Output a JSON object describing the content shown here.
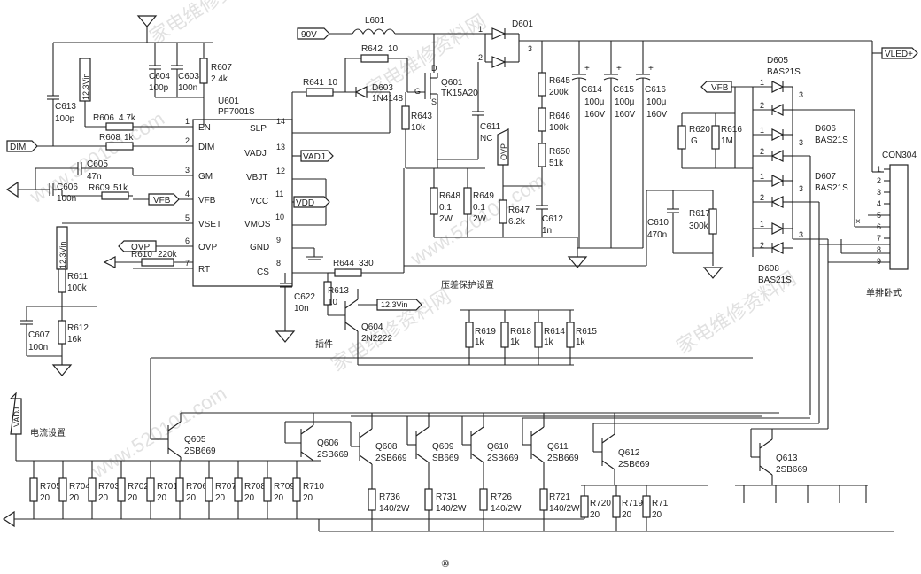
{
  "figure_number": "⑩",
  "ports": {
    "v90": "90V",
    "dim": "DIM",
    "vledp": "VLED+",
    "vfb_in": "VFB",
    "vfb_pin": "VFB",
    "vadj_pin": "VADJ",
    "vdd_pin": "VDD",
    "ovp_pin": "OVP",
    "ovp_side": "OVP",
    "v123_a": "12.3Vin",
    "v123_b": "12.3Vin",
    "v123_c": "12.3Vin",
    "vadj_side": "VADJ"
  },
  "ic": {
    "ref": "U601",
    "part": "PF7001S",
    "left_pins": [
      {
        "num": "1",
        "name": "EN"
      },
      {
        "num": "2",
        "name": "DIM"
      },
      {
        "num": "3",
        "name": "GM"
      },
      {
        "num": "4",
        "name": "VFB"
      },
      {
        "num": "5",
        "name": "VSET"
      },
      {
        "num": "6",
        "name": "OVP"
      },
      {
        "num": "7",
        "name": "RT"
      }
    ],
    "right_pins": [
      {
        "num": "14",
        "name": "SLP"
      },
      {
        "num": "13",
        "name": "VADJ"
      },
      {
        "num": "12",
        "name": "VBJT"
      },
      {
        "num": "11",
        "name": "VCC"
      },
      {
        "num": "10",
        "name": "VMOS"
      },
      {
        "num": "9",
        "name": "GND"
      },
      {
        "num": "8",
        "name": "CS"
      }
    ]
  },
  "parts": {
    "c604": [
      "C604",
      "100p"
    ],
    "c603": [
      "C603",
      "100n"
    ],
    "r607": [
      "R607",
      "2.4k"
    ],
    "c613": [
      "C613",
      "100p"
    ],
    "r606": [
      "R606",
      "4.7k"
    ],
    "r608": [
      "R608",
      "1k"
    ],
    "c605": [
      "C605",
      "47n"
    ],
    "c606": [
      "C606",
      "100n"
    ],
    "r609": [
      "R609",
      "51k"
    ],
    "r610": [
      "R610",
      "220k"
    ],
    "r611": [
      "R611",
      "100k"
    ],
    "r612": [
      "R612",
      "16k"
    ],
    "c607": [
      "C607",
      "100n"
    ],
    "c622": [
      "C622",
      "10n"
    ],
    "r613": [
      "R613",
      "10"
    ],
    "r644": [
      "R644",
      "330"
    ],
    "r641": [
      "R641",
      "10"
    ],
    "r642": [
      "R642",
      "10"
    ],
    "d603": [
      "D603",
      "1N4148"
    ],
    "r643": [
      "R643",
      "10k"
    ],
    "q601": [
      "Q601",
      "TK15A20"
    ],
    "l601": "L601",
    "d601": "D601",
    "c611": [
      "C611",
      "NC"
    ],
    "r648": [
      "R648",
      "0.1",
      "2W"
    ],
    "r649": [
      "R649",
      "0.1",
      "2W"
    ],
    "r647": [
      "R647",
      "6.2k"
    ],
    "c612": [
      "C612",
      "1n"
    ],
    "r645": [
      "R645",
      "200k"
    ],
    "r646": [
      "R646",
      "100k"
    ],
    "r650": [
      "R650",
      "51k"
    ],
    "c614": [
      "C614",
      "100μ",
      "160V"
    ],
    "c615": [
      "C615",
      "100μ",
      "160V"
    ],
    "c616": [
      "C616",
      "100μ",
      "160V"
    ],
    "c610": [
      "C610",
      "470n"
    ],
    "r617": [
      "R617",
      "300k"
    ],
    "r620": [
      "R620",
      "G"
    ],
    "r616": [
      "R616",
      "1M"
    ],
    "d605": [
      "D605",
      "BAS21S"
    ],
    "d606": [
      "D606",
      "BAS21S"
    ],
    "d607": [
      "D607",
      "BAS21S"
    ],
    "d608": [
      "D608",
      "BAS21S"
    ],
    "q604": [
      "Q604",
      "2N2222"
    ],
    "r615": [
      "R615",
      "1k"
    ],
    "r618": [
      "R618",
      "1k"
    ],
    "r614": [
      "R614",
      "1k"
    ],
    "r619": [
      "R619",
      "1k"
    ],
    "q605": [
      "Q605",
      "2SB669"
    ],
    "q606": [
      "Q606",
      "2SB669"
    ],
    "q608": [
      "Q608",
      "2SB669"
    ],
    "q609": [
      "Q609",
      "SB669"
    ],
    "q610": [
      "Q610",
      "2SB669"
    ],
    "q611": [
      "Q611",
      "2SB669"
    ],
    "q612": [
      "Q612",
      "2SB669"
    ],
    "q613": [
      "Q613",
      "2SB669"
    ],
    "r736": [
      "R736",
      "140/2W"
    ],
    "r731": [
      "R731",
      "140/2W"
    ],
    "r726": [
      "R726",
      "140/2W"
    ],
    "r721": [
      "R721",
      "140/2W"
    ],
    "r720": [
      "R720",
      "20"
    ],
    "r719": [
      "R719",
      "20"
    ],
    "r71x": [
      "R71",
      "20"
    ]
  },
  "bank_resistors": [
    [
      "R705",
      "20"
    ],
    [
      "R704",
      "20"
    ],
    [
      "R703",
      "20"
    ],
    [
      "R702",
      "20"
    ],
    [
      "R701",
      "20"
    ],
    [
      "R706",
      "20"
    ],
    [
      "R707",
      "20"
    ],
    [
      "R708",
      "20"
    ],
    [
      "R709",
      "20"
    ],
    [
      "R710",
      "20"
    ]
  ],
  "connector": {
    "ref": "CON304",
    "pins": [
      "1",
      "2",
      "3",
      "4",
      "5",
      "6",
      "7",
      "8",
      "9"
    ],
    "note": "单排卧式"
  },
  "annotations": {
    "pressure": "压差保护设置",
    "insert": "插件",
    "current_set": "电流设置"
  },
  "watermarks": [
    "家电维修资料网",
    "www.520101.com",
    "家电维修资料网",
    "www.520101.com",
    "家电维修资料网",
    "www.520101.com",
    "家电维修资料网"
  ],
  "colors": {
    "ink": "#222222",
    "watermark": "#c9c9c9"
  }
}
